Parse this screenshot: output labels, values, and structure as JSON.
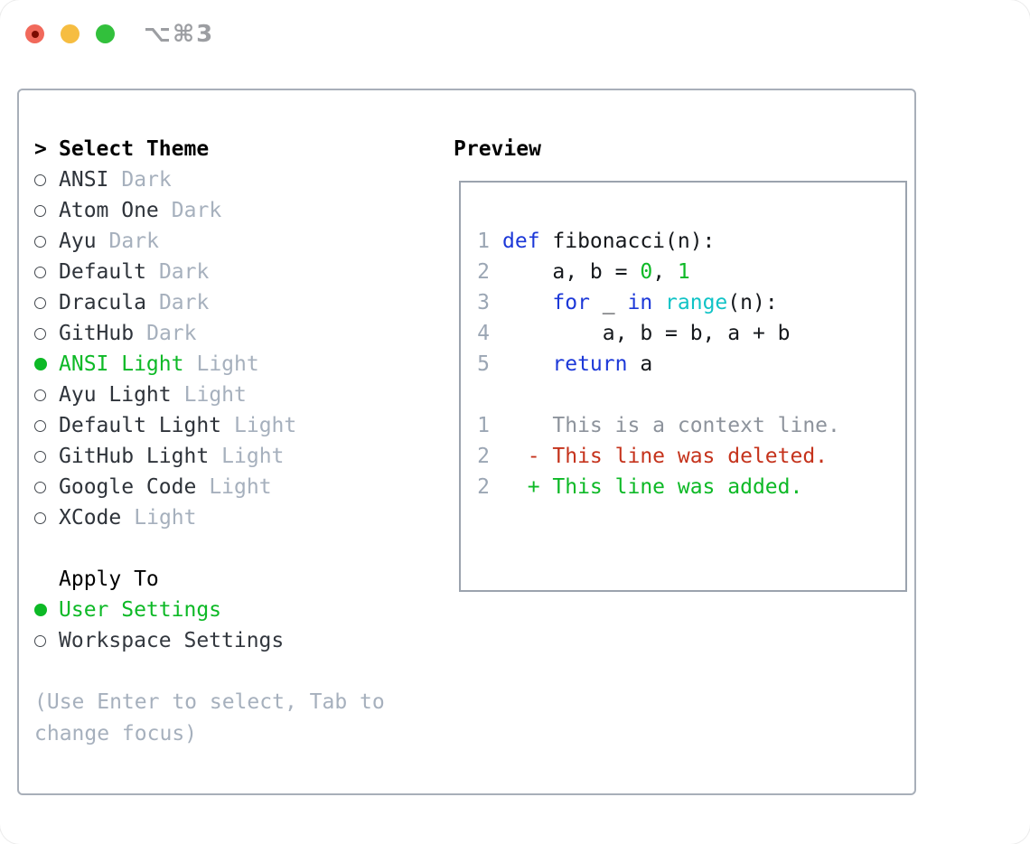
{
  "window": {
    "shortcut_label": "⌥⌘3"
  },
  "theme_panel": {
    "prompt": ">",
    "title": "Select Theme",
    "items": [
      {
        "name": "ANSI",
        "variant": "Dark",
        "selected": false
      },
      {
        "name": "Atom One",
        "variant": "Dark",
        "selected": false
      },
      {
        "name": "Ayu",
        "variant": "Dark",
        "selected": false
      },
      {
        "name": "Default",
        "variant": "Dark",
        "selected": false
      },
      {
        "name": "Dracula",
        "variant": "Dark",
        "selected": false
      },
      {
        "name": "GitHub",
        "variant": "Dark",
        "selected": false
      },
      {
        "name": "ANSI Light",
        "variant": "Light",
        "selected": true
      },
      {
        "name": "Ayu Light",
        "variant": "Light",
        "selected": false
      },
      {
        "name": "Default Light",
        "variant": "Light",
        "selected": false
      },
      {
        "name": "GitHub Light",
        "variant": "Light",
        "selected": false
      },
      {
        "name": "Google Code",
        "variant": "Light",
        "selected": false
      },
      {
        "name": "XCode",
        "variant": "Light",
        "selected": false
      }
    ],
    "apply_title": "Apply To",
    "apply_options": [
      {
        "label": "User Settings",
        "selected": true
      },
      {
        "label": "Workspace Settings",
        "selected": false
      }
    ],
    "hint": "(Use Enter to select, Tab to change focus)"
  },
  "preview_panel": {
    "title": "Preview",
    "code_lines": [
      {
        "num": "1",
        "s0": "def ",
        "s1": "fibonacci(n):"
      },
      {
        "num": "2",
        "s0": "    a, b = ",
        "s1": "0",
        "s2": ", ",
        "s3": "1"
      },
      {
        "num": "3",
        "s0": "    ",
        "s1": "for",
        "s2": " _ ",
        "s3": "in",
        "s4": " ",
        "s5": "range",
        "s6": "(n):"
      },
      {
        "num": "4",
        "s0": "        a, b = b, a + b"
      },
      {
        "num": "5",
        "s0": "    ",
        "s1": "return",
        "s2": " a"
      }
    ],
    "diff_lines": [
      {
        "num": "1",
        "text": "    This is a context line."
      },
      {
        "num": "2",
        "text": "  - This line was deleted."
      },
      {
        "num": "2",
        "text": "  + This line was added."
      }
    ]
  },
  "colors": {
    "accent_green": "#0db926",
    "keyword_blue": "#1c38d8",
    "builtin_cyan": "#10c3c6",
    "deleted_red": "#c5331c",
    "muted_gray": "#a6b0bd",
    "line_number_gray": "#9ba6b4",
    "border_gray": "#a8afb9",
    "traffic_red": "#f1695b",
    "traffic_yellow": "#f6bd41",
    "traffic_green": "#32c03c"
  }
}
